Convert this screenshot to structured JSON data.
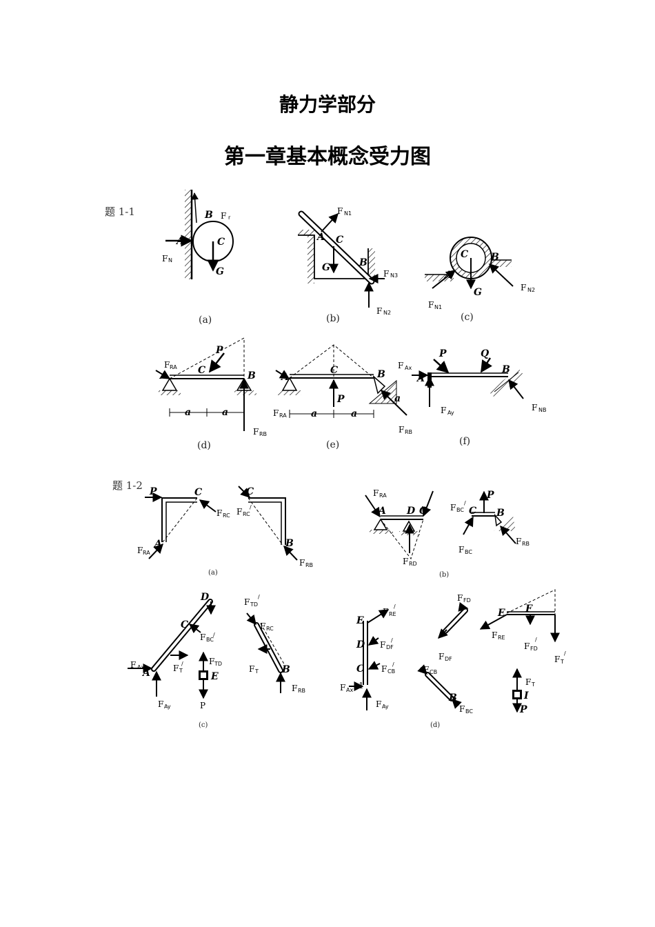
{
  "titles": {
    "part": "静力学部分",
    "chapter": "第一章基本概念受力图"
  },
  "problems": {
    "p1": "题 1-1",
    "p2": "题 1-2"
  },
  "captions": {
    "p1": [
      "(a)",
      "(b)",
      "(c)",
      "(d)",
      "(e)",
      "(f)"
    ],
    "p2": [
      "(a)",
      "(b)",
      "(c)",
      "(d)"
    ]
  },
  "points": {
    "A": "A",
    "B": "B",
    "C": "C",
    "D": "D",
    "E": "E",
    "F": "F",
    "I": "I",
    "G": "G",
    "P": "P",
    "Q": "Q",
    "a": "a",
    "one": "1"
  },
  "forces": {
    "F": "F",
    "prime": "/",
    "r": "r",
    "N": "N",
    "N1": "N1",
    "N2": "N2",
    "N3": "N3",
    "RA": "RA",
    "RB": "RB",
    "RC": "RC",
    "RD": "RD",
    "RE": "RE",
    "Ax": "Ax",
    "Ay": "Ay",
    "NB": "NB",
    "BC": "BC",
    "TD": "TD",
    "DF": "DF",
    "CB": "CB",
    "FD": "FD",
    "T": "T",
    "P_plain": "P"
  }
}
